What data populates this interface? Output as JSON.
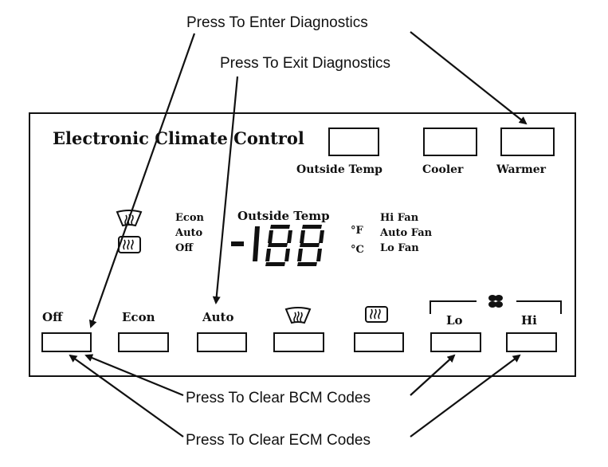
{
  "annotations": {
    "enter_diagnostics": "Press To Enter Diagnostics",
    "exit_diagnostics": "Press To Exit Diagnostics",
    "clear_bcm": "Press To Clear BCM Codes",
    "clear_ecm": "Press To Clear ECM Codes"
  },
  "panel": {
    "title": "Electronic Climate Control",
    "top_buttons": {
      "outside_temp": "Outside Temp",
      "cooler": "Cooler",
      "warmer": "Warmer"
    },
    "modes": [
      "Econ",
      "Auto",
      "Off"
    ],
    "display_header": "Outside Temp",
    "display_value": "-188",
    "units": [
      "°F",
      "°C"
    ],
    "fan_labels": [
      "Hi Fan",
      "Auto Fan",
      "Lo Fan"
    ],
    "bottom_buttons": {
      "off": "Off",
      "econ": "Econ",
      "auto": "Auto",
      "lo": "Lo",
      "hi": "Hi"
    }
  },
  "icons": [
    "windshield-defrost-icon",
    "rear-defrost-icon",
    "fan-icon"
  ]
}
